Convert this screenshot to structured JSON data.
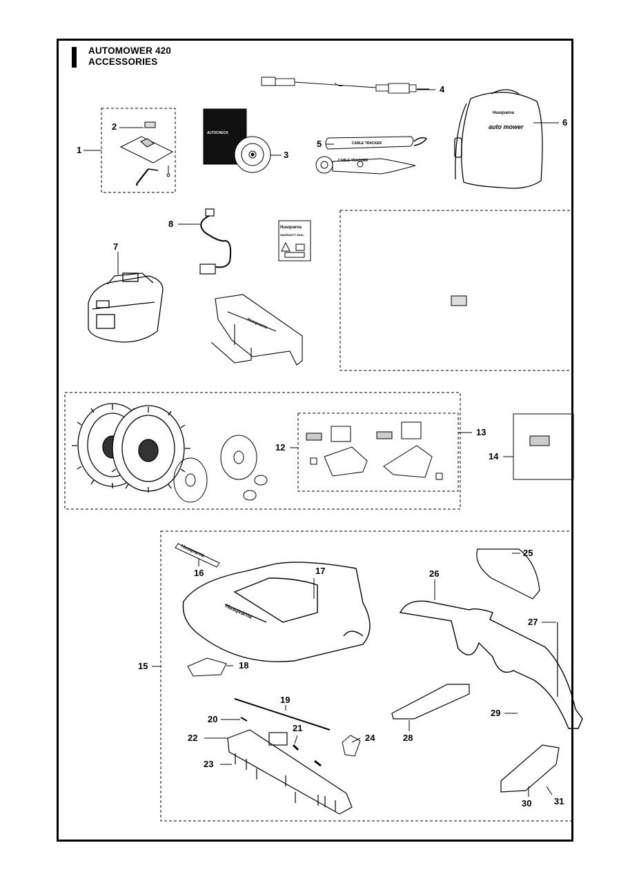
{
  "title": {
    "line1": "AUTOMOWER 420",
    "line2": "ACCESSORIES"
  },
  "labels": {
    "p1": "1",
    "p2": "2",
    "p3": "3",
    "p4": "4",
    "p5": "5",
    "p6": "6",
    "p7": "7",
    "p8": "8",
    "p12": "12",
    "p13": "13",
    "p14": "14",
    "p15": "15",
    "p16": "16",
    "p17": "17",
    "p18": "18",
    "p19": "19",
    "p20": "20",
    "p21": "21",
    "p22": "22",
    "p23": "23",
    "p24": "24",
    "p25": "25",
    "p26": "26",
    "p27": "27",
    "p28": "28",
    "p29": "29",
    "p30": "30",
    "p31": "31"
  },
  "printed": {
    "book": "ALTOCHECK",
    "tracker_a": "CABLE TRACKER",
    "tracker_b": "CABLE TRACKER",
    "bag_brand": "Husqvarna",
    "bag_logo": "auto mower",
    "label_brand": "Husqvarna",
    "label_sub": "WARRANTY SEAL",
    "bracket_brand": "Husqvarna",
    "decal": "Husqvarna",
    "cover_logo": "Husqvarna"
  }
}
